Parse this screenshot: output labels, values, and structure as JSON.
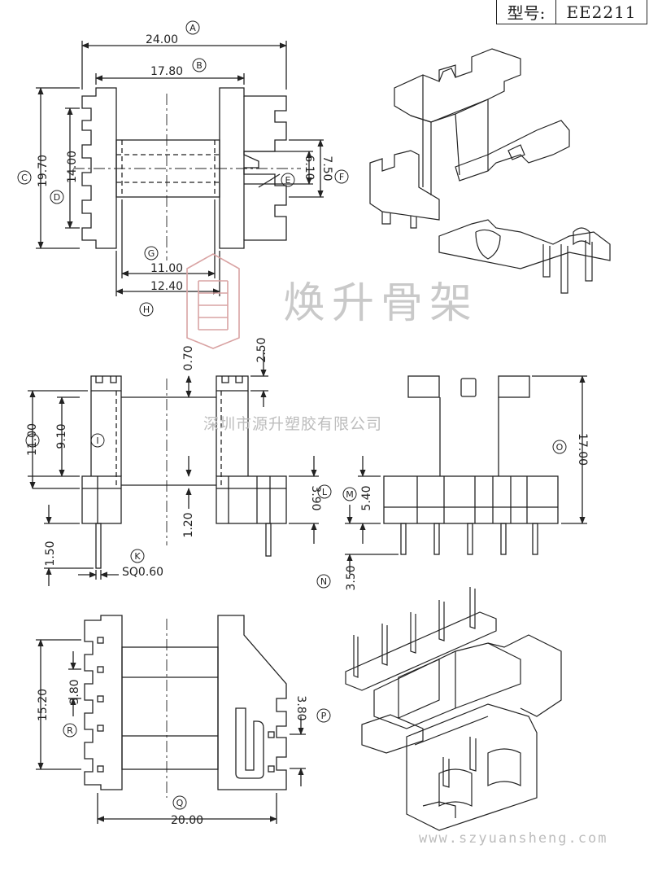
{
  "header": {
    "model_label": "型号:",
    "model_value": "EE2211"
  },
  "watermark": {
    "brand_cn": "焕升骨架",
    "company_cn": "深圳市源升塑胶有限公司",
    "website": "www.szyuansheng.com"
  },
  "dimensions": {
    "A": "24.00",
    "B": "17.80",
    "C": "19.70",
    "D": "14.00",
    "E": "6.10",
    "F": "7.50",
    "G": "11.00",
    "H": "12.40",
    "J": "11.00",
    "I": "9.10",
    "K": "SQ0.60",
    "L": "3.90",
    "M": "5.40",
    "N": "3.50",
    "O": "17.00",
    "P": "3.80",
    "Q": "20.00",
    "R": "3.80",
    "top_gap": "0.70",
    "top_flange": "2.50",
    "base_thk": "1.20",
    "pin_stub": "1.50",
    "pin_span": "15.20"
  },
  "labels": {
    "A": "A",
    "B": "B",
    "C": "C",
    "D": "D",
    "E": "E",
    "F": "F",
    "G": "G",
    "H": "H",
    "I": "I",
    "J": "J",
    "K": "K",
    "L": "L",
    "M": "M",
    "N": "N",
    "O": "O",
    "P": "P",
    "Q": "Q",
    "R": "R"
  },
  "colors": {
    "line": "#222222",
    "watermark": "#c0c0c0",
    "logo": "#d9a3a3"
  }
}
